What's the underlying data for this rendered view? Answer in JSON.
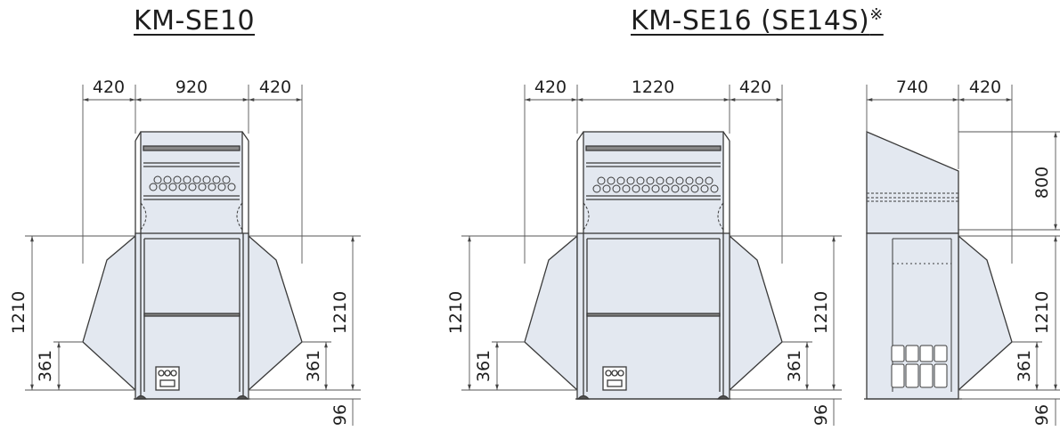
{
  "titles": {
    "left": "KM-SE10",
    "right": "KM-SE16 (SE14S)",
    "right_mark": "※"
  },
  "colors": {
    "panel_fill": "#e3e8f0",
    "line": "#3a3a3a",
    "dim_line": "#555555"
  },
  "left_unit": {
    "top_dims": [
      "420",
      "920",
      "420"
    ],
    "height_left": "1210",
    "low_left": "361",
    "height_right": "1210",
    "low_right": "361",
    "bottom": "96"
  },
  "middle_unit": {
    "top_dims": [
      "420",
      "1220",
      "420"
    ],
    "height_left": "1210",
    "low_left": "361",
    "height_right": "1210",
    "low_right": "361",
    "bottom": "96"
  },
  "side_unit": {
    "top_dims": [
      "740",
      "420"
    ],
    "upper": "800",
    "height": "1210",
    "low": "361",
    "bottom": "96"
  }
}
